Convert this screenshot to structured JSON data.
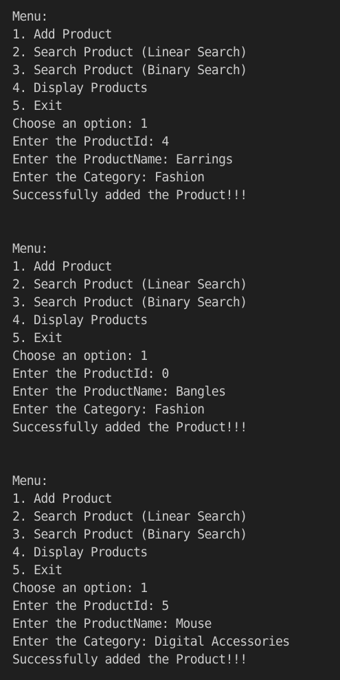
{
  "terminal": {
    "lines": [
      "Menu:",
      "1. Add Product",
      "2. Search Product (Linear Search)",
      "3. Search Product (Binary Search)",
      "4. Display Products",
      "5. Exit",
      "Choose an option: 1",
      "Enter the ProductId: 4",
      "Enter the ProductName: Earrings",
      "Enter the Category: Fashion",
      "Successfully added the Product!!!",
      "",
      "",
      "Menu:",
      "1. Add Product",
      "2. Search Product (Linear Search)",
      "3. Search Product (Binary Search)",
      "4. Display Products",
      "5. Exit",
      "Choose an option: 1",
      "Enter the ProductId: 0",
      "Enter the ProductName: Bangles",
      "Enter the Category: Fashion",
      "Successfully added the Product!!!",
      "",
      "",
      "Menu:",
      "1. Add Product",
      "2. Search Product (Linear Search)",
      "3. Search Product (Binary Search)",
      "4. Display Products",
      "5. Exit",
      "Choose an option: 1",
      "Enter the ProductId: 5",
      "Enter the ProductName: Mouse",
      "Enter the Category: Digital Accessories",
      "Successfully added the Product!!!"
    ]
  }
}
